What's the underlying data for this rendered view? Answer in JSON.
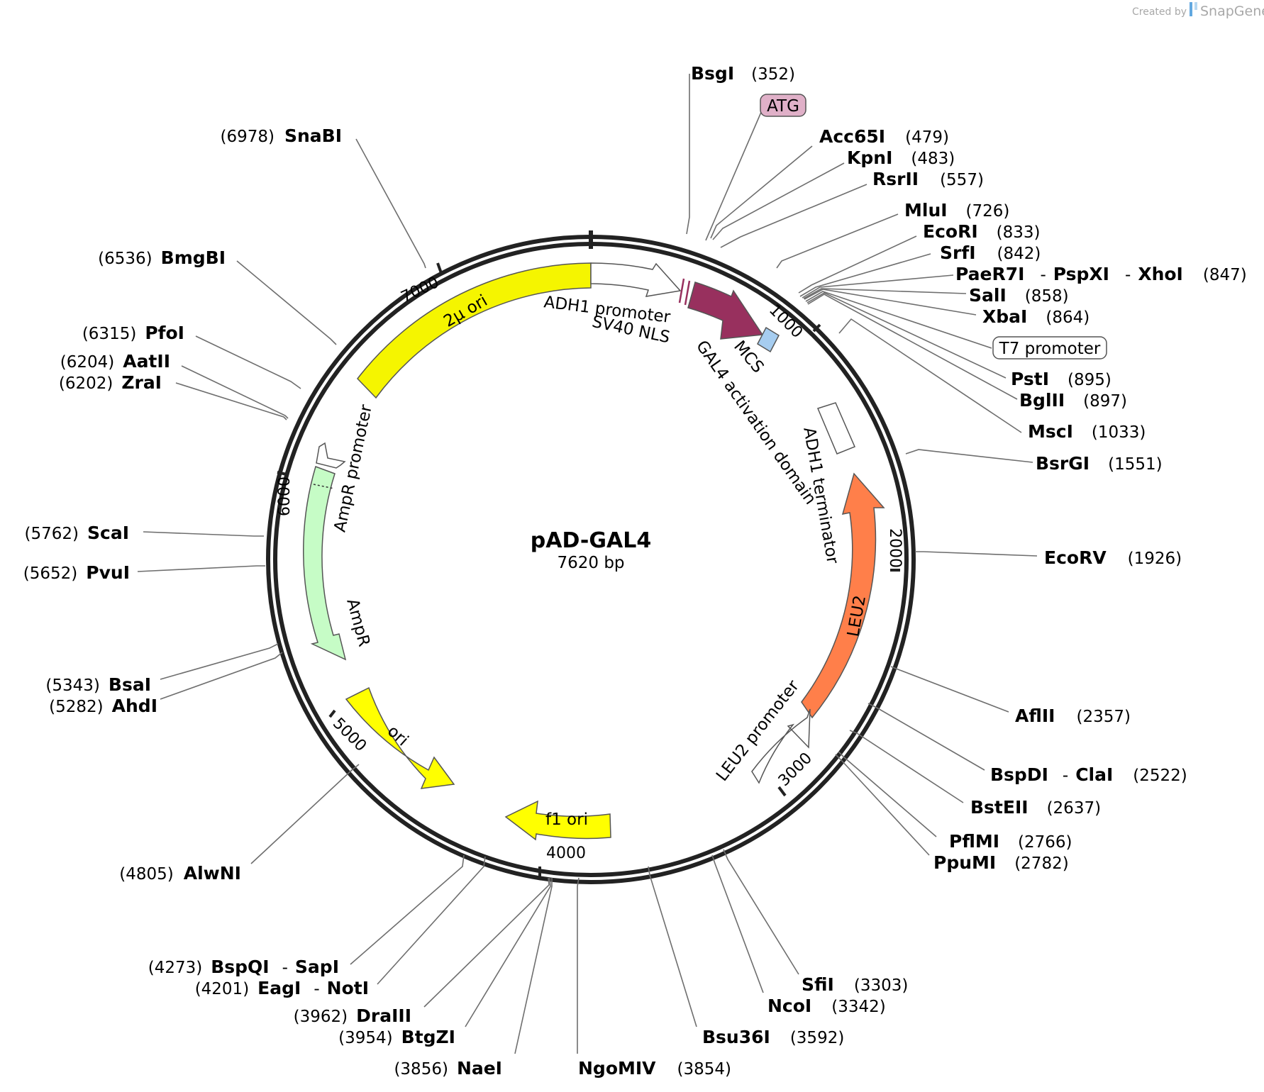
{
  "plasmid": {
    "name": "pAD-GAL4",
    "length_label": "7620 bp",
    "length": 7620
  },
  "branding": {
    "created_by": "Created by",
    "app": "SnapGene"
  },
  "ticks": [
    "1000",
    "2000",
    "3000",
    "4000",
    "5000",
    "6000",
    "7000"
  ],
  "enzymes": [
    {
      "name": "BsgI",
      "pos": "(352)"
    },
    {
      "name": "Acc65I",
      "pos": "(479)"
    },
    {
      "name": "KpnI",
      "pos": "(483)"
    },
    {
      "name": "RsrII",
      "pos": "(557)"
    },
    {
      "name": "MluI",
      "pos": "(726)"
    },
    {
      "name": "EcoRI",
      "pos": "(833)"
    },
    {
      "name": "SrfI",
      "pos": "(842)"
    },
    {
      "name": "PaeR7I",
      "name2": "PspXI",
      "name3": "XhoI",
      "sep": "-",
      "pos": "(847)"
    },
    {
      "name": "SalI",
      "pos": "(858)"
    },
    {
      "name": "XbaI",
      "pos": "(864)"
    },
    {
      "name": "PstI",
      "pos": "(895)"
    },
    {
      "name": "BglII",
      "pos": "(897)"
    },
    {
      "name": "MscI",
      "pos": "(1033)"
    },
    {
      "name": "BsrGI",
      "pos": "(1551)"
    },
    {
      "name": "EcoRV",
      "pos": "(1926)"
    },
    {
      "name": "AflII",
      "pos": "(2357)"
    },
    {
      "name": "BspDI",
      "name2": "ClaI",
      "sep": "-",
      "pos": "(2522)"
    },
    {
      "name": "BstEII",
      "pos": "(2637)"
    },
    {
      "name": "PflMI",
      "pos": "(2766)"
    },
    {
      "name": "PpuMI",
      "pos": "(2782)"
    },
    {
      "name": "SfiI",
      "pos": "(3303)"
    },
    {
      "name": "NcoI",
      "pos": "(3342)"
    },
    {
      "name": "Bsu36I",
      "pos": "(3592)"
    },
    {
      "name": "NgoMIV",
      "pos": "(3854)"
    },
    {
      "name": "NaeI",
      "pos": "(3856)"
    },
    {
      "name": "BtgZI",
      "pos": "(3954)"
    },
    {
      "name": "DraIII",
      "pos": "(3962)"
    },
    {
      "name": "EagI",
      "name2": "NotI",
      "sep": "-",
      "pos": "(4201)"
    },
    {
      "name": "BspQI",
      "name2": "SapI",
      "sep": "-",
      "pos": "(4273)"
    },
    {
      "name": "AlwNI",
      "pos": "(4805)"
    },
    {
      "name": "BsaI",
      "pos": "(5343)"
    },
    {
      "name": "AhdI",
      "pos": "(5282)"
    },
    {
      "name": "PvuI",
      "pos": "(5652)"
    },
    {
      "name": "ScaI",
      "pos": "(5762)"
    },
    {
      "name": "ZraI",
      "pos": "(6202)"
    },
    {
      "name": "AatII",
      "pos": "(6204)"
    },
    {
      "name": "PfoI",
      "pos": "(6315)"
    },
    {
      "name": "BmgBI",
      "pos": "(6536)"
    },
    {
      "name": "SnaBI",
      "pos": "(6978)"
    }
  ],
  "boxed_labels": {
    "atg": "ATG",
    "t7": "T7 promoter"
  },
  "features": {
    "two_mu_ori": "2µ ori",
    "adh1_promoter": "ADH1 promoter",
    "sv40_nls": "SV40 NLS",
    "mcs": "MCS",
    "gal4_ad": "GAL4 activation domain",
    "adh1_terminator": "ADH1 terminator",
    "leu2": "LEU2",
    "leu2_promoter": "LEU2 promoter",
    "f1_ori": "f1 ori",
    "ori": "ori",
    "ampr": "AmpR",
    "ampr_promoter": "AmpR promoter"
  },
  "colors": {
    "backbone": "#222222",
    "yellow": "#ffff00",
    "two_mu_ori": "#f5f500",
    "gal4_ad": "#98305e",
    "sv40_nls": "#98305e",
    "mcs": "#a6cdf0",
    "leu2": "#ff7f4a",
    "ampr": "#c6fcc6",
    "atg_box": "#e0b0c8",
    "promoter": "#ffffff",
    "brand": "#a8a8a8"
  }
}
